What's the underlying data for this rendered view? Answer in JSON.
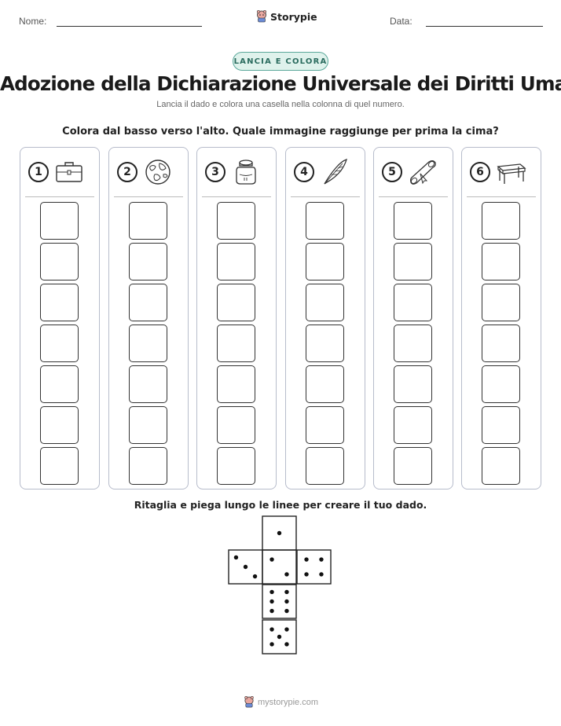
{
  "header": {
    "name_label": "Nome:",
    "date_label": "Data:",
    "brand": "Storypie"
  },
  "badge": "LANCIA E COLORA",
  "title": "Adozione della Dichiarazione Universale dei Diritti Umani",
  "subtitle": "Lancia il dado e colora una casella nella colonna di quel numero.",
  "instruction": "Colora dal basso verso l'alto. Quale immagine raggiunge per prima la cima?",
  "columns": [
    {
      "number": "1",
      "icon": "briefcase-icon"
    },
    {
      "number": "2",
      "icon": "globe-icon"
    },
    {
      "number": "3",
      "icon": "inkwell-icon"
    },
    {
      "number": "4",
      "icon": "quill-feather-icon"
    },
    {
      "number": "5",
      "icon": "scroll-icon"
    },
    {
      "number": "6",
      "icon": "table-icon"
    }
  ],
  "boxes_per_column": 7,
  "cut_instruction": "Ritaglia e piega lungo le linee per creare il tuo dado.",
  "die_faces": [
    1,
    3,
    2,
    4,
    6,
    5
  ],
  "footer": "mystorypie.com",
  "colors": {
    "badge_border": "#5aa89a",
    "badge_fill": "#dff2ec",
    "column_border": "#b7bccb"
  }
}
